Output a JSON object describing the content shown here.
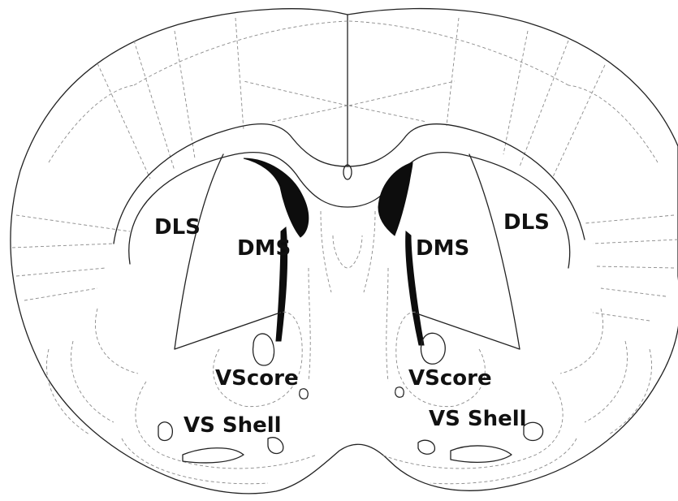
{
  "figure": {
    "regions": {
      "left": {
        "dls": "DLS",
        "dms": "DMS",
        "vs_core": "VScore",
        "vs_shell": "VS Shell"
      },
      "right": {
        "dls": "DLS",
        "dms": "DMS",
        "vs_core": "VScore",
        "vs_shell": "VS Shell"
      }
    }
  }
}
